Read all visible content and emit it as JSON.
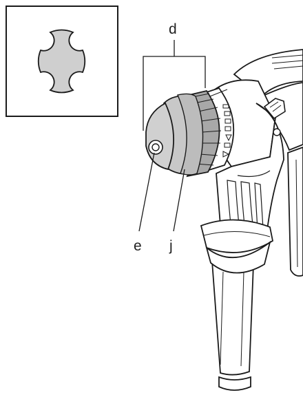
{
  "figure": {
    "labels": {
      "d": "d",
      "e": "e",
      "j": "j"
    },
    "icons": {
      "inset": "sds-shank-cross-section-icon",
      "drill": "rotary-hammer-drill-icon",
      "chuck": "tool-holder-chuck-icon",
      "locking_sleeve": "locking-sleeve-icon",
      "mode_selector": "mode-selector-switch-icon",
      "auxiliary_handle": "auxiliary-handle-icon",
      "depth_stop_clamp": "depth-stop-clamp-icon"
    },
    "colors": {
      "line": "#1a1a1a",
      "chuck_fill": "#c8c8c8",
      "body_fill": "#ffffff",
      "inset_fill": "#cfcfcf"
    }
  }
}
